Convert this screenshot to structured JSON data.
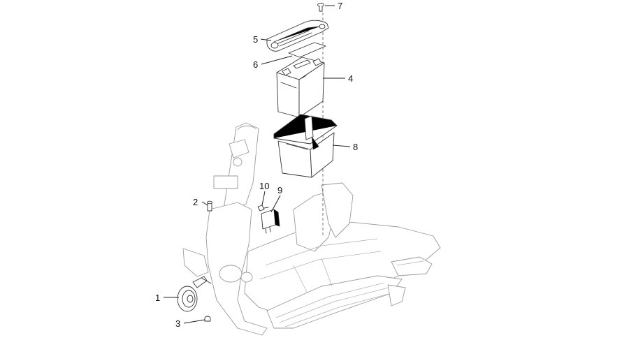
{
  "callouts": [
    {
      "id": "1",
      "label": "1"
    },
    {
      "id": "2",
      "label": "2"
    },
    {
      "id": "3",
      "label": "3"
    },
    {
      "id": "4",
      "label": "4"
    },
    {
      "id": "5",
      "label": "5"
    },
    {
      "id": "6",
      "label": "6"
    },
    {
      "id": "7",
      "label": "7"
    },
    {
      "id": "8",
      "label": "8"
    },
    {
      "id": "9",
      "label": "9"
    },
    {
      "id": "10",
      "label": "10"
    }
  ],
  "colors": {
    "line": "#333333",
    "frame": "#9a9a9a",
    "background": "#ffffff"
  }
}
